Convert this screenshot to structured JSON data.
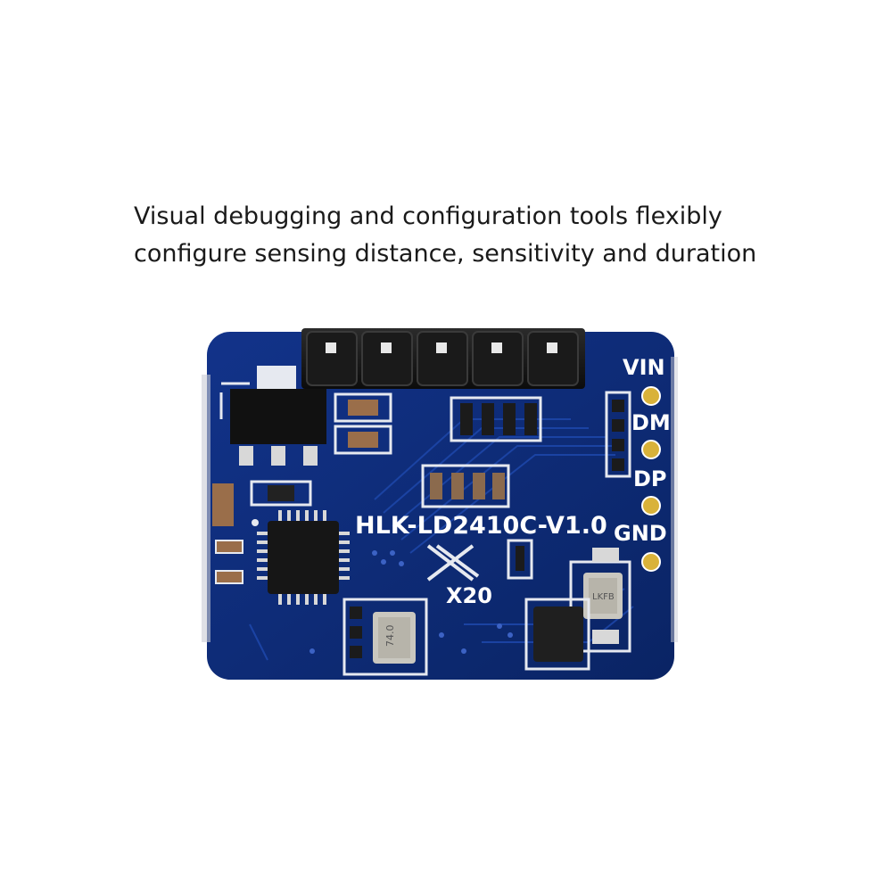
{
  "caption": {
    "line1": "Visual debugging and configuration tools flexibly",
    "line2": "configure sensing distance, sensitivity and duration"
  },
  "board": {
    "model_text": "HLK-LD2410C-V1.0",
    "chip_mark": "X20",
    "crystal_1_mark": "74.0",
    "crystal_2_mark": "LKFB",
    "pins": [
      "VIN",
      "DM",
      "DP",
      "GND"
    ],
    "colors": {
      "pcb": "#0d2a73",
      "silkscreen": "#e6e9f0",
      "header": "#141414",
      "gold": "#d9b23a"
    }
  }
}
